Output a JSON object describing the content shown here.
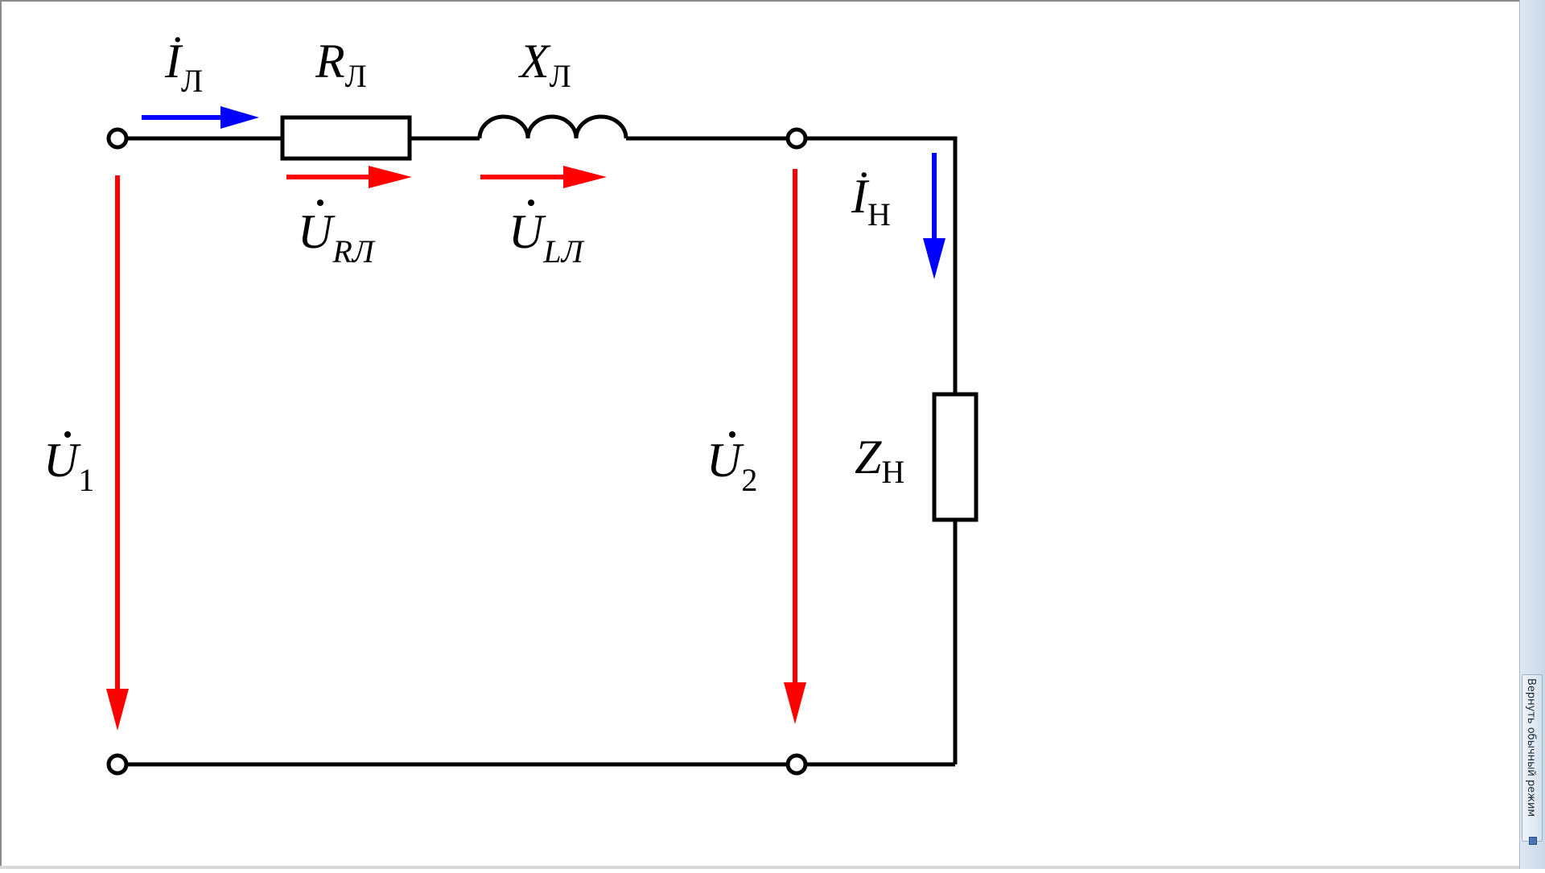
{
  "diagram": {
    "labels": {
      "i_line": {
        "main": "İ",
        "sub": "Л"
      },
      "r_line": {
        "main": "R",
        "sub": "Л"
      },
      "x_line": {
        "main": "X",
        "sub": "Л"
      },
      "u_r_line": {
        "main": "U",
        "sub": "RЛ"
      },
      "u_l_line": {
        "main": "U",
        "sub": "LЛ"
      },
      "i_load": {
        "main": "İ",
        "sub": "Н"
      },
      "u1": {
        "main": "U",
        "sub": "1"
      },
      "u2": {
        "main": "U",
        "sub": "2"
      },
      "z_load": {
        "main": "Z",
        "sub": "Н"
      }
    },
    "colors": {
      "wire": "#000000",
      "voltage_arrow": "#ff0000",
      "current_arrow": "#0000ff"
    }
  },
  "side_panel": {
    "restore_button_label": "Вернуть обычный режим",
    "corner_icon": "restore-corner-icon"
  }
}
